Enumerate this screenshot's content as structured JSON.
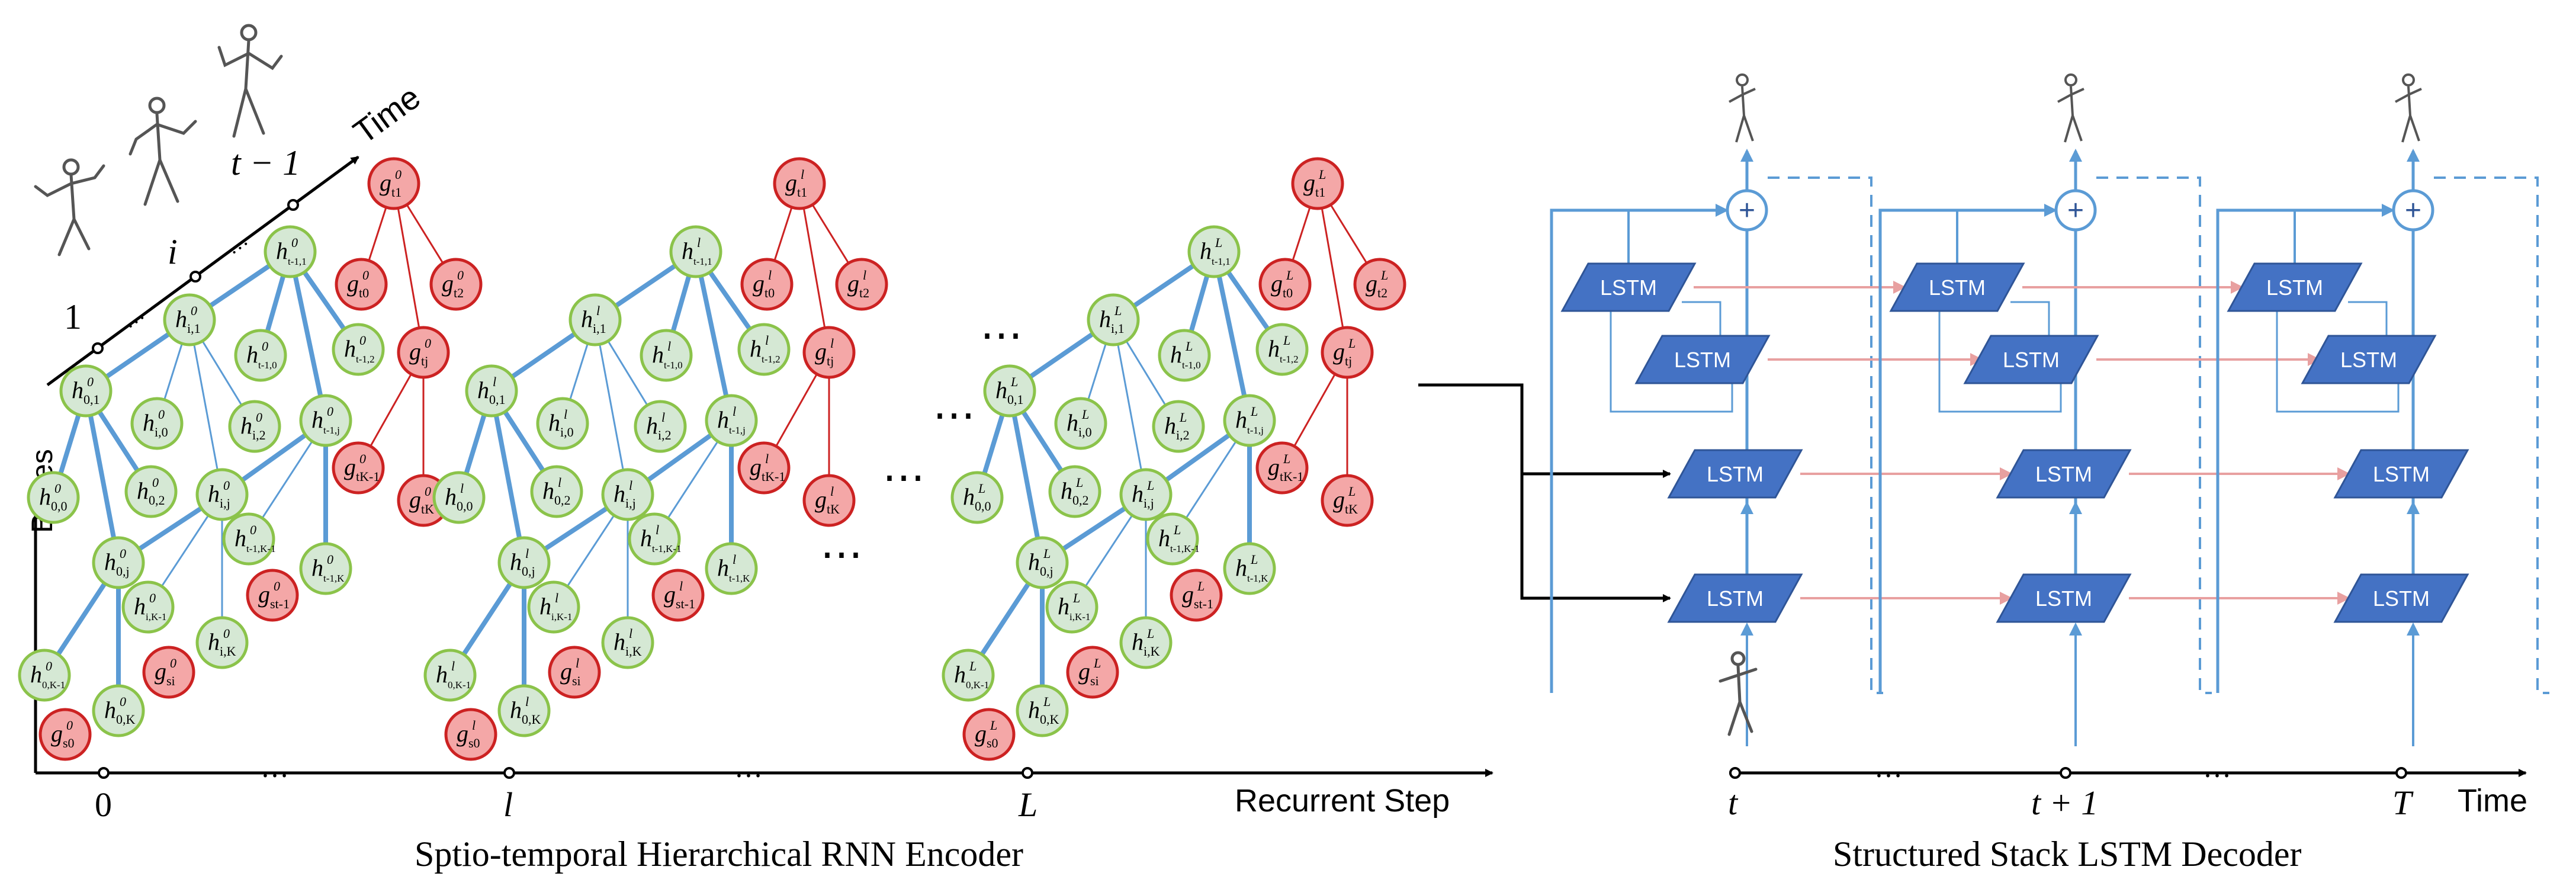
{
  "encoder": {
    "caption": "Sptio-temporal Hierarchical RNN Encoder",
    "time_label": "Time",
    "bones_label": "Bones",
    "step_axis_label": "Recurrent Step",
    "step_ticks": [
      "0",
      "l",
      "L"
    ],
    "time_ticks": [
      "1",
      "i",
      "t − 1"
    ],
    "ellipsis": "…",
    "ellipsis_vertical": "⋯",
    "blocks": [
      {
        "sup": "0"
      },
      {
        "sup": "l"
      },
      {
        "sup": "L"
      }
    ],
    "node_labels": {
      "g_t1": "g",
      "h": "h"
    }
  },
  "decoder": {
    "caption": "Structured Stack LSTM Decoder",
    "lstm_label": "LSTM",
    "plus_label": "+",
    "time_label": "Time",
    "time_ticks": [
      "t",
      "t + 1",
      "T"
    ],
    "ellipsis": "…"
  },
  "colors": {
    "green_fill": "#d5e8d4",
    "green_stroke": "#8bc34a",
    "red_fill": "#f4a7a7",
    "red_stroke": "#cc2222",
    "lstm_fill": "#4472c4",
    "blue_line": "#5b9bd5",
    "pink_line": "#e8a0a0"
  }
}
